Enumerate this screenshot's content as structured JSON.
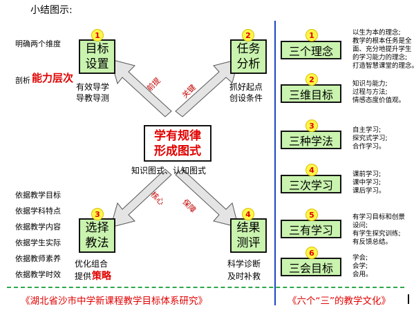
{
  "heading": "小结图示:",
  "nodes": {
    "goal": {
      "number": "1",
      "line1": "目标",
      "line2": "设置"
    },
    "task": {
      "number": "2",
      "line1": "任务",
      "line2": "分析"
    },
    "method": {
      "number": "3",
      "line1": "选择",
      "line2": "教法"
    },
    "eval": {
      "number": "4",
      "line1": "结果",
      "line2": "测评"
    }
  },
  "center": {
    "line1": "学有规律",
    "line2": "形成图式",
    "caption": "知识图式、认知图式"
  },
  "left_notes": {
    "goal_before": [
      "明确两个维度",
      "剖析"
    ],
    "goal_highlight": "能力层次",
    "goal_after": [
      "有效导学",
      "导教导测"
    ],
    "task_after": [
      "抓好起点",
      "创设条件"
    ],
    "method_before": [
      "依据教学目标",
      "依据学科特点",
      "依据教学内容",
      "依据学生实际",
      "依据教师素养",
      "依据教学时效"
    ],
    "method_after_1": "优化组合",
    "method_after_2": "提供",
    "method_highlight": "策略",
    "eval_after": [
      "科学诊断",
      "及时补救"
    ]
  },
  "arrow_labels": {
    "premise": "前提",
    "key": "关键",
    "core": "核心",
    "guarantee": "保障"
  },
  "right_items": [
    {
      "number": "1",
      "label": "三个理念",
      "notes": [
        "以生为本的理念;",
        "教学的根本任务是全",
        "面、充分地提升学生",
        "的学习能力的理念;",
        "打造智慧课堂的理念。"
      ]
    },
    {
      "number": "2",
      "label": "三维目标",
      "notes": [
        "知识与能力;",
        "过程与方法;",
        "情感态度价值观。"
      ]
    },
    {
      "number": "3",
      "label": "三种学法",
      "notes": [
        "自主学习;",
        "探究式学习;",
        "合作学习。"
      ]
    },
    {
      "number": "4",
      "label": "三次学习",
      "notes": [
        "课前学习;",
        "课中学习;",
        "课后学习。"
      ]
    },
    {
      "number": "5",
      "label": "三有学习",
      "notes": [
        "有学习目标和创景",
        "设问;",
        "有学生探究训练;",
        "有反馈总结。"
      ]
    },
    {
      "number": "6",
      "label": "三会目标",
      "notes": [
        "学会;",
        "会学;",
        "会用。"
      ]
    }
  ],
  "footer": {
    "left": "《湖北省沙市中学新课程教学目标体系研究》",
    "right": "《六个“三”的教学文化》"
  },
  "colors": {
    "box_fill": "#c9f3ae",
    "badge": "#fff64a",
    "accent_red": "#e00000",
    "divider_blue": "#1a46c6",
    "dash_green": "#2ca84a",
    "arrow_fill": "#e4e4e4"
  }
}
